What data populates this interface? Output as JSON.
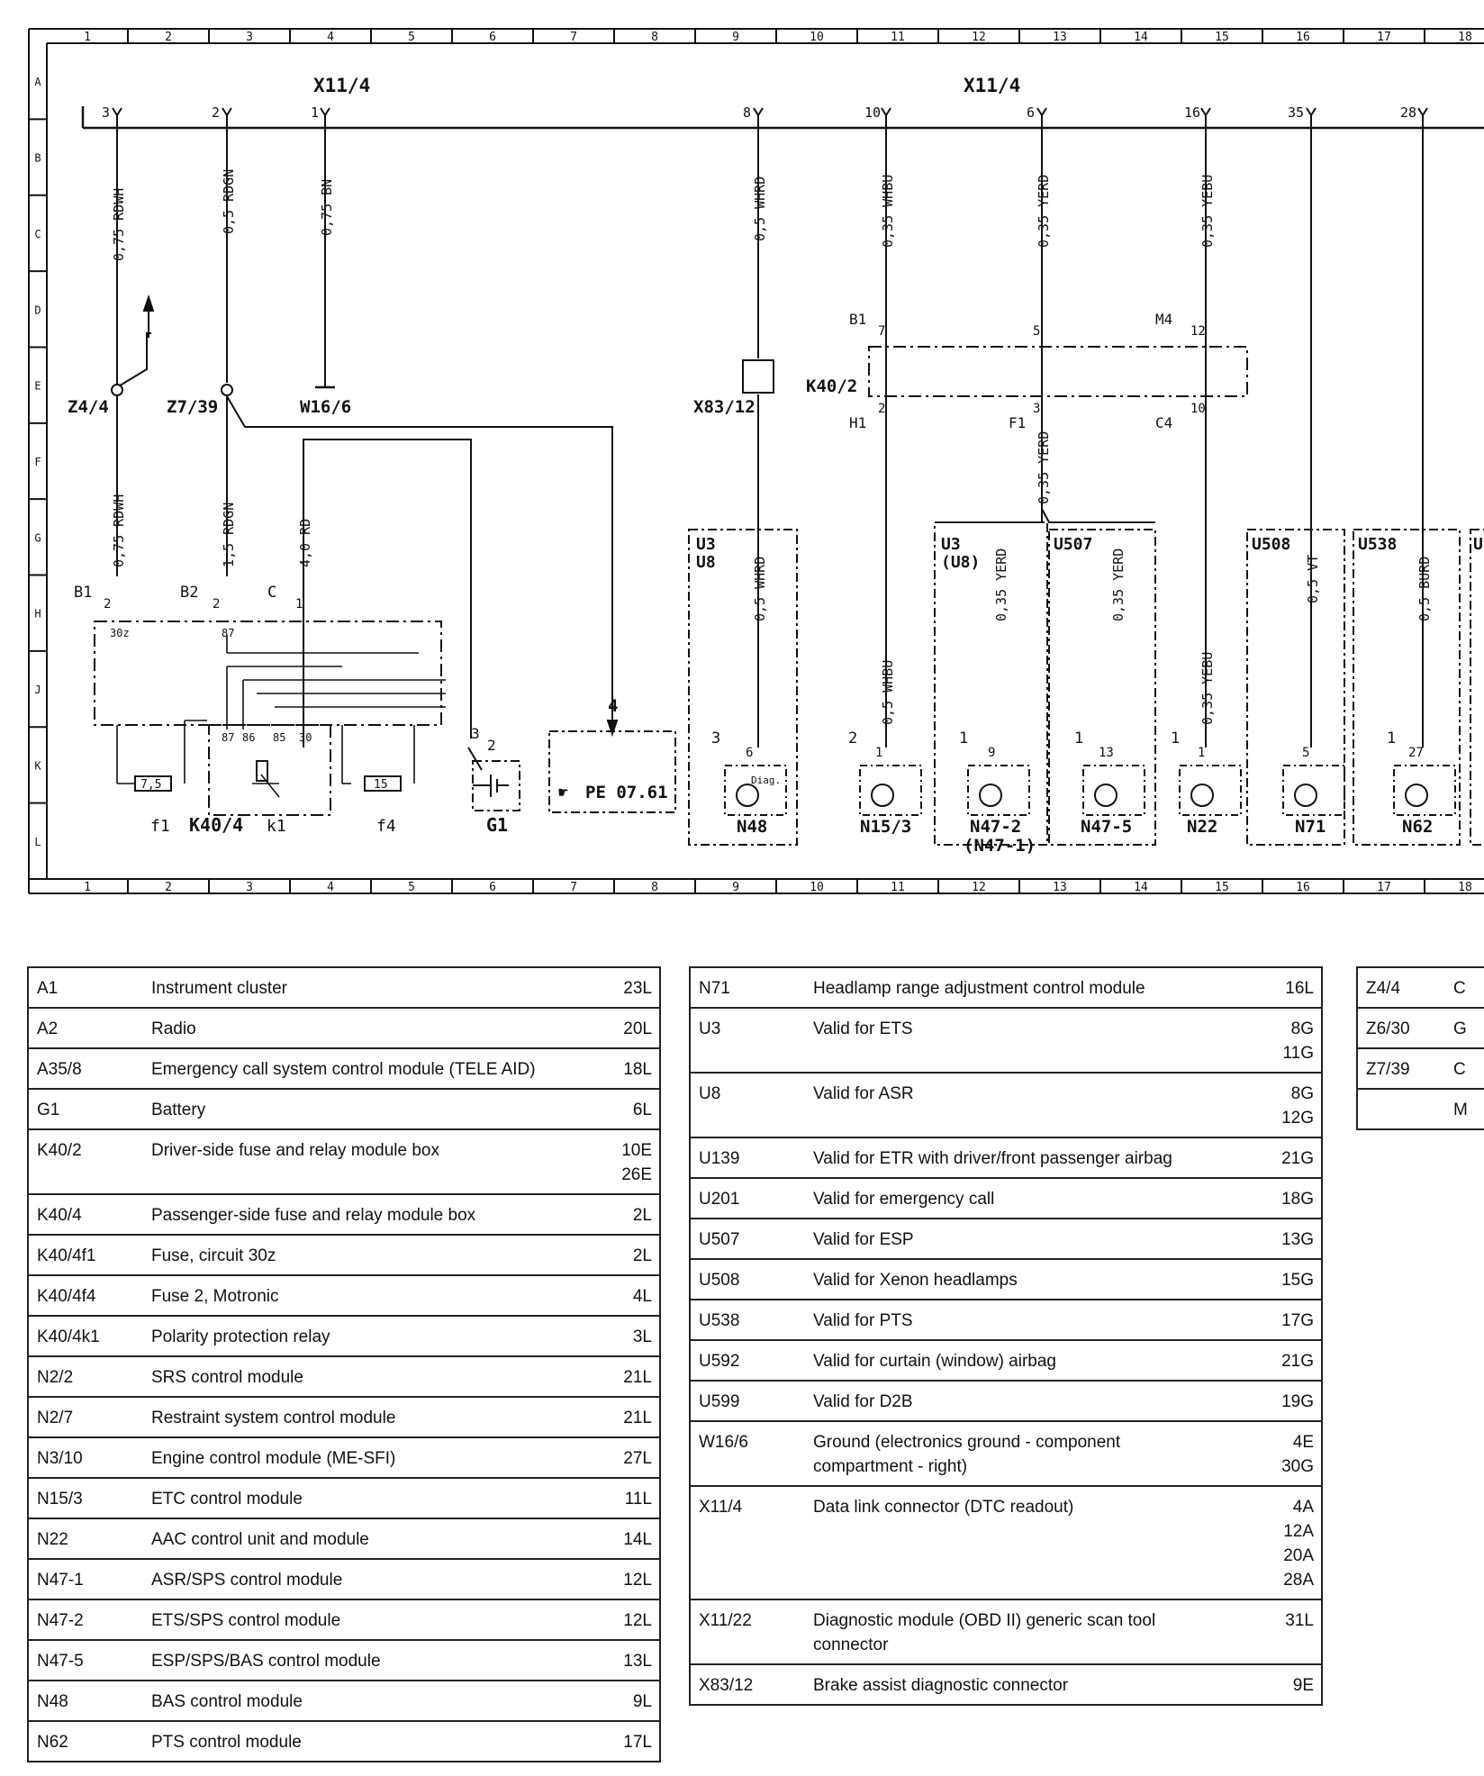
{
  "grid": {
    "columns": [
      "1",
      "2",
      "3",
      "4",
      "5",
      "6",
      "7",
      "8",
      "9",
      "10",
      "11",
      "12",
      "13",
      "14",
      "15",
      "16",
      "17",
      "18"
    ],
    "rows": [
      "A",
      "B",
      "C",
      "D",
      "E",
      "F",
      "G",
      "H",
      "J",
      "K",
      "L"
    ]
  },
  "connector_titles": [
    "X11/4",
    "X11/4"
  ],
  "pins": [
    "3",
    "2",
    "1",
    "8",
    "10",
    "6",
    "16",
    "35",
    "28"
  ],
  "wires": [
    "0,75 RDWH",
    "0,5 RDGN",
    "0,75 BN",
    "0,5 WHRD",
    "0,35 WHBU",
    "0,35 YERD",
    "0,35 YEBU",
    "0,75 RDWH",
    "1,5 RDGN",
    "4,0 RD",
    "0,35 YERD",
    "0,5 WHRD",
    "0,5 WHBU",
    "0,35 YERD",
    "0,35 YERD",
    "0,35 YEBU",
    "0,5 VT",
    "0,5 BURD"
  ],
  "nodes": [
    "Z4/4",
    "Z7/39",
    "W16/6",
    "X83/12",
    "K40/2"
  ],
  "k40_2_pins": {
    "B1": "B1",
    "p7": "7",
    "p5": "5",
    "M4": "M4",
    "p12": "12",
    "H1": "H1",
    "p2": "2",
    "F1": "F1",
    "p3": "3",
    "C4": "C4",
    "p10": "10"
  },
  "k40_4_pins": {
    "B1": "B1",
    "B2": "B2",
    "C": "C",
    "p2a": "2",
    "p2b": "2",
    "p1": "1",
    "t30z": "30z",
    "t87": "87",
    "r87": "87",
    "r86": "86",
    "r85": "85",
    "r30": "30",
    "fuse1": "7,5",
    "fuse2": "15"
  },
  "components": {
    "f1": "f1",
    "K40_4": "K40/4",
    "k1": "k1",
    "f4": "f4",
    "G1": "G1",
    "g1_3": "3",
    "g1_2": "2",
    "pe_ref": "PE 07.61",
    "pe_arrow": "4",
    "N48": "N48",
    "N15_3": "N15/3",
    "N47_2": "N47-2",
    "N47_1": "(N47-1)",
    "N47_5": "N47-5",
    "N22": "N22",
    "N71": "N71",
    "N62": "N62",
    "n48_pin": "3",
    "n48_inner": "6",
    "diag": "Diag.",
    "n153_pin": "2",
    "n153_inner": "1",
    "n472_pin": "1",
    "n472_inner": "9",
    "n475_pin": "1",
    "n475_inner": "13",
    "n22_pin": "1",
    "n22_inner": "1",
    "n71_inner": "5",
    "n62_pin": "1",
    "n62_inner": "27"
  },
  "groups": [
    "U3",
    "U8",
    "U3",
    "(U8)",
    "U507",
    "U508",
    "U538",
    "U"
  ],
  "legend": {
    "table1": [
      {
        "code": "A1",
        "desc": "Instrument cluster",
        "ref": "23L"
      },
      {
        "code": "A2",
        "desc": "Radio",
        "ref": "20L"
      },
      {
        "code": "A35/8",
        "desc": "Emergency call system control module (TELE AID)",
        "ref": "18L"
      },
      {
        "code": "G1",
        "desc": "Battery",
        "ref": "6L"
      },
      {
        "code": "K40/2",
        "desc": "Driver-side fuse and relay module box",
        "ref": "10E\n26E"
      },
      {
        "code": "K40/4",
        "desc": "Passenger-side fuse and relay module box",
        "ref": "2L"
      },
      {
        "code": "K40/4f1",
        "desc": "Fuse, circuit 30z",
        "ref": "2L"
      },
      {
        "code": "K40/4f4",
        "desc": "Fuse 2, Motronic",
        "ref": "4L"
      },
      {
        "code": "K40/4k1",
        "desc": "Polarity protection relay",
        "ref": "3L"
      },
      {
        "code": "N2/2",
        "desc": "SRS control module",
        "ref": "21L"
      },
      {
        "code": "N2/7",
        "desc": "Restraint system control module",
        "ref": "21L"
      },
      {
        "code": "N3/10",
        "desc": "Engine control module (ME-SFI)",
        "ref": "27L"
      },
      {
        "code": "N15/3",
        "desc": "ETC control module",
        "ref": "11L"
      },
      {
        "code": "N22",
        "desc": "AAC control unit and module",
        "ref": "14L"
      },
      {
        "code": "N47-1",
        "desc": "ASR/SPS control module",
        "ref": "12L"
      },
      {
        "code": "N47-2",
        "desc": "ETS/SPS control module",
        "ref": "12L"
      },
      {
        "code": "N47-5",
        "desc": "ESP/SPS/BAS control module",
        "ref": "13L"
      },
      {
        "code": "N48",
        "desc": "BAS control module",
        "ref": "9L"
      },
      {
        "code": "N62",
        "desc": "PTS control module",
        "ref": "17L"
      }
    ],
    "table2": [
      {
        "code": "N71",
        "desc": "Headlamp range adjustment control module",
        "ref": "16L"
      },
      {
        "code": "U3",
        "desc": "Valid for ETS",
        "ref": "8G\n11G"
      },
      {
        "code": "U8",
        "desc": "Valid for ASR",
        "ref": "8G\n12G"
      },
      {
        "code": "U139",
        "desc": "Valid for ETR with driver/front passenger airbag",
        "ref": "21G"
      },
      {
        "code": "U201",
        "desc": "Valid for emergency call",
        "ref": "18G"
      },
      {
        "code": "U507",
        "desc": "Valid for ESP",
        "ref": "13G"
      },
      {
        "code": "U508",
        "desc": "Valid for Xenon headlamps",
        "ref": "15G"
      },
      {
        "code": "U538",
        "desc": "Valid for PTS",
        "ref": "17G"
      },
      {
        "code": "U592",
        "desc": "Valid for curtain (window) airbag",
        "ref": "21G"
      },
      {
        "code": "U599",
        "desc": "Valid for D2B",
        "ref": "19G"
      },
      {
        "code": "W16/6",
        "desc": "Ground (electronics ground - component\ncompartment - right)",
        "ref": "4E\n30G"
      },
      {
        "code": "X11/4",
        "desc": "Data link connector (DTC readout)",
        "ref": "4A\n12A\n20A\n28A"
      },
      {
        "code": "X11/22",
        "desc": "Diagnostic module (OBD II) generic scan tool\nconnector",
        "ref": "31L"
      },
      {
        "code": "X83/12",
        "desc": "Brake assist diagnostic connector",
        "ref": "9E"
      }
    ],
    "table3": [
      {
        "code": "Z4/4",
        "desc": "C"
      },
      {
        "code": "Z6/30",
        "desc": "G"
      },
      {
        "code": "Z7/39",
        "desc": "C"
      },
      {
        "code": "",
        "desc": "M"
      }
    ]
  }
}
